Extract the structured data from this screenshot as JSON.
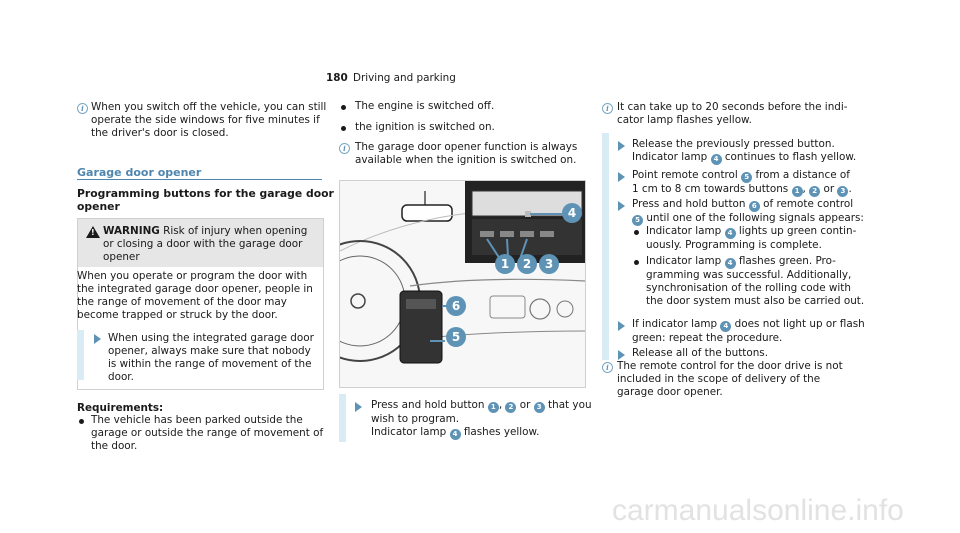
{
  "header": {
    "page_number": "180",
    "section": "Driving and parking"
  },
  "col1": {
    "note_lines": [
      "When you switch off the vehicle, you can still",
      "operate the side windows for five minutes if",
      "the driver's door is closed."
    ],
    "section_title": "Garage door opener",
    "sub_title_lines": [
      "Programming buttons for the garage door",
      "opener"
    ],
    "warning": {
      "label": "WARNING",
      "head_lines": [
        "Risk of injury when opening",
        "or closing a door with the garage door",
        "opener"
      ],
      "body_lines": [
        "When you operate or program the door with",
        "the integrated garage door opener, people in",
        "the range of movement of the door may",
        "become trapped or struck by the door."
      ],
      "action_lines": [
        "When using the integrated garage door",
        "opener, always make sure that nobody",
        "is within the range of movement of the",
        "door."
      ]
    },
    "requirements_title": "Requirements:",
    "requirement_lines": [
      "The vehicle has been parked outside the",
      "garage or outside the range of movement of",
      "the door."
    ]
  },
  "col2": {
    "bullets": [
      "The engine is switched off.",
      "the ignition is switched on."
    ],
    "note_lines": [
      "The garage door opener function is always",
      "available when the ignition is switched on."
    ],
    "figure_callouts": [
      "1",
      "2",
      "3",
      "4",
      "5",
      "6"
    ],
    "step1": {
      "line1_a": "Press and hold button",
      "n1": "1",
      "sep1": ",",
      "n2": "2",
      "sep2": "or",
      "n3": "3",
      "line1_b": "that you",
      "line2": "wish to program.",
      "line3_a": "Indicator lamp",
      "n4": "4",
      "line3_b": "flashes yellow."
    }
  },
  "col3": {
    "note_lines": [
      "It can take up to 20 seconds before the indi-",
      "cator lamp flashes yellow."
    ],
    "step2": {
      "line1": "Release the previously pressed button.",
      "line2_a": "Indicator lamp",
      "n": "4",
      "line2_b": "continues to flash yellow."
    },
    "step3": {
      "line1_a": "Point remote control",
      "n5": "5",
      "line1_b": "from a distance of",
      "line2_a": "1 cm to 8 cm towards buttons",
      "n1": "1",
      "sep": ",",
      "n2": "2",
      "or": "or",
      "n3": "3",
      "end": "."
    },
    "step4": {
      "line1_a": "Press and hold button",
      "n6": "6",
      "line1_b": "of remote control",
      "line2_n5": "5",
      "line2_b": "until one of the following signals appears:",
      "b1_a": "Indicator lamp",
      "b1_n": "4",
      "b1_b": "lights up green contin-",
      "b1_l2": "uously. Programming is complete.",
      "b2_a": "Indicator lamp",
      "b2_n": "4",
      "b2_b": "flashes green. Pro-",
      "b2_lines": [
        "gramming was successful. Additionally,",
        "synchronisation of the rolling code with",
        "the door system must also be carried out."
      ]
    },
    "step5": {
      "line1_a": "If indicator lamp",
      "n": "4",
      "line1_b": "does not light up or flash",
      "line2": "green: repeat the procedure."
    },
    "step6": {
      "line1": "Release all of the buttons."
    },
    "note2_lines": [
      "The remote control for the door drive is not",
      "included in the scope of delivery of the",
      "garage door opener."
    ]
  },
  "footer": {
    "watermark": "carmanualsonline.info"
  },
  "colors": {
    "accent": "#4f86ad",
    "callout": "#5e93b6",
    "step_bar": "#d9ebf5"
  }
}
